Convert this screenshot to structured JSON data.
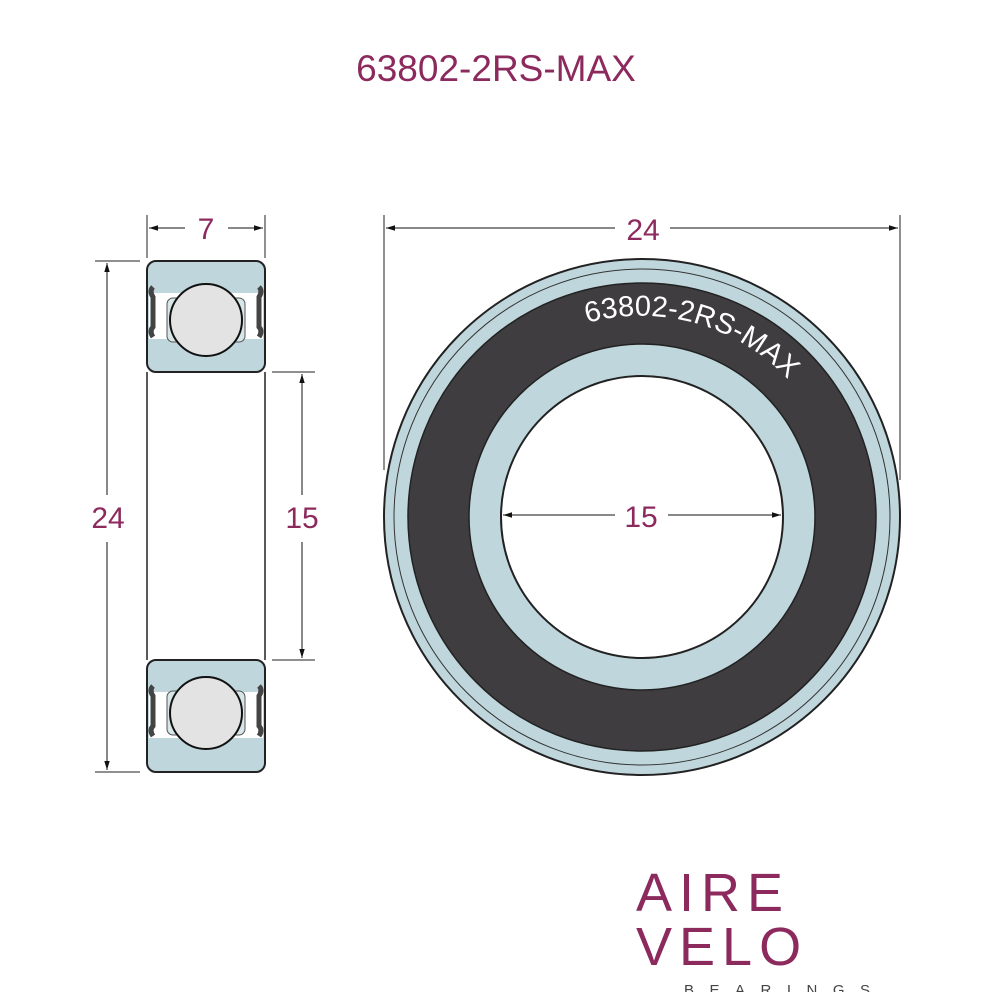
{
  "title": "63802-2RS-MAX",
  "side_view": {
    "width_label": "7",
    "outer_label": "24",
    "bore_label": "15"
  },
  "front_view": {
    "outer_label": "24",
    "bore_label": "15",
    "seal_text": "63802-2RS-MAX"
  },
  "logo": {
    "main": "AIRE VELO",
    "sub": "BEARINGS"
  },
  "colors": {
    "accent": "#8c2a5e",
    "ring": "#bfd7dc",
    "seal": "#3f3d40",
    "ball": "#e3e3e3"
  }
}
